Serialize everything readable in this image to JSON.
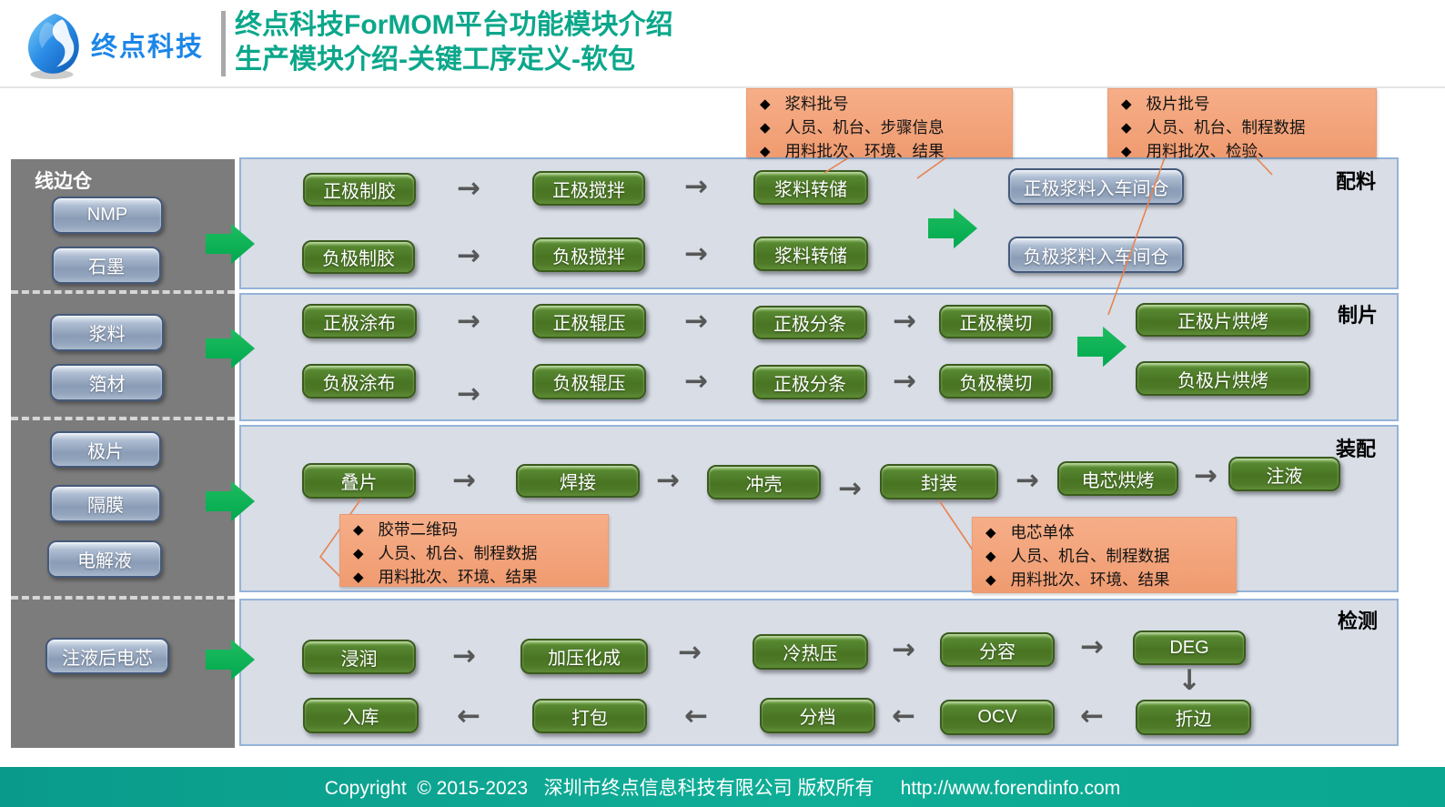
{
  "header": {
    "logo_text": "终点科技",
    "title_line1": "终点科技ForMOM平台功能模块介绍",
    "title_line2": "生产模块介绍-关键工序定义-软包"
  },
  "callouts": {
    "slurry": {
      "l1": "浆料批号",
      "l2": "人员、机台、步骤信息",
      "l3": "用料批次、环境、结果"
    },
    "electrode": {
      "l1": "极片批号",
      "l2": "人员、机台、制程数据",
      "l3": "用料批次、检验、"
    },
    "stacking": {
      "l1": "胶带二维码",
      "l2": "人员、机台、制程数据",
      "l3": "用料批次、环境、结果"
    },
    "cell": {
      "l1": "电芯单体",
      "l2": "人员、机台、制程数据",
      "l3": "用料批次、环境、结果"
    }
  },
  "sidebar": {
    "title": "线边仓",
    "nmp": "NMP",
    "graphite": "石墨",
    "slurry": "浆料",
    "foil": "箔材",
    "electrode": "极片",
    "separator": "隔膜",
    "electrolyte": "电解液",
    "filled_cell": "注液后电芯"
  },
  "p1": {
    "label": "配料",
    "a1": "正极制胶",
    "a2": "正极搅拌",
    "a3": "浆料转储",
    "a4": "正极浆料入车间仓",
    "b1": "负极制胶",
    "b2": "负极搅拌",
    "b3": "浆料转储",
    "b4": "负极浆料入车间仓"
  },
  "p2": {
    "label": "制片",
    "a1": "正极涂布",
    "a2": "正极辊压",
    "a3": "正极分条",
    "a4": "正极模切",
    "a5": "正极片烘烤",
    "b1": "负极涂布",
    "b2": "负极辊压",
    "b3": "正极分条",
    "b4": "负极模切",
    "b5": "负极片烘烤"
  },
  "p3": {
    "label": "装配",
    "s1": "叠片",
    "s2": "焊接",
    "s3": "冲壳",
    "s4": "封装",
    "s5": "电芯烘烤",
    "s6": "注液"
  },
  "p4": {
    "label": "检测",
    "a1": "浸润",
    "a2": "加压化成",
    "a3": "冷热压",
    "a4": "分容",
    "a5": "DEG",
    "b1": "折边",
    "b2": "OCV",
    "b3": "分档",
    "b4": "打包",
    "b5": "入库"
  },
  "footer": {
    "text": "Copyright  © 2015-2023   深圳市终点信息科技有限公司 版权所有     http://www.forendinfo.com"
  },
  "colors": {
    "accent_green": "#00B050",
    "button_green": "#4F7A28",
    "button_slate": "#8496B0",
    "callout_salmon": "#F4A67E",
    "title_teal": "#0CA78B",
    "footer_teal": "#0CA292",
    "sidebar_gray": "#7C7C7C",
    "panel_bg": "#D8DDE6",
    "panel_border": "#95B3D7",
    "flow_arrow_gray": "#595959",
    "logo_blue": "#1C86E8",
    "leader_orange": "#ED7D31"
  }
}
